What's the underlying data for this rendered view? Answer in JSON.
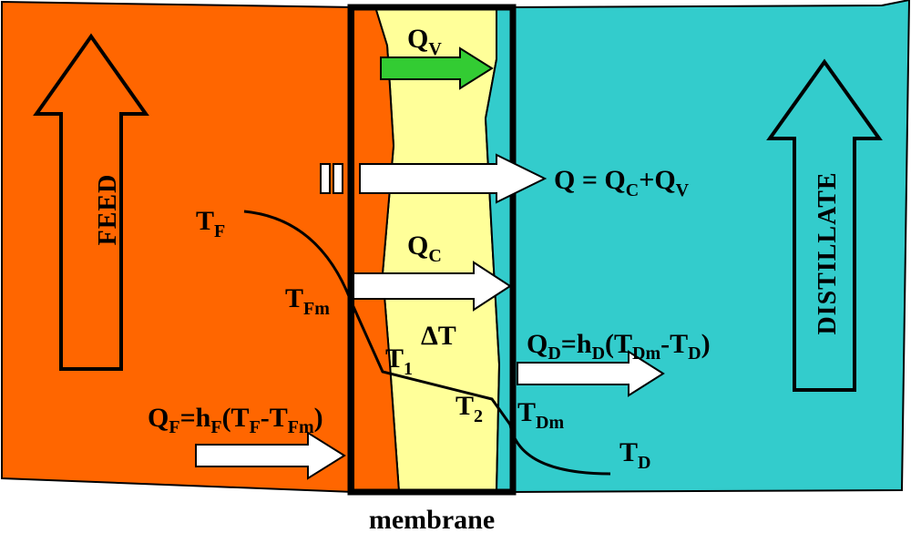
{
  "colors": {
    "feed": "#ff6600",
    "distillate": "#33cccc",
    "membrane": "#ffff99",
    "vapor_arrow": "#33cc33",
    "arrow_fill": "#ffffff",
    "outline": "#000000"
  },
  "labels": {
    "feed": "FEED",
    "distillate": "DISTILLATE",
    "membrane": "membrane",
    "delta_t": "ΔT",
    "qv": {
      "main": "Q",
      "sub": "V"
    },
    "qc": {
      "main": "Q",
      "sub": "C"
    },
    "q_total": {
      "lhs": "Q = Q",
      "sub1": "C",
      "plus": "+Q",
      "sub2": "V"
    },
    "tf": {
      "main": "T",
      "sub": "F"
    },
    "tfm": {
      "main": "T",
      "sub": "Fm"
    },
    "t1": {
      "main": "T",
      "sub": "1"
    },
    "t2": {
      "main": "T",
      "sub": "2"
    },
    "tdm": {
      "main": "T",
      "sub": "Dm"
    },
    "td": {
      "main": "T",
      "sub": "D"
    },
    "qf_eq": {
      "q": "Q",
      "q_sub": "F",
      "eq": "=h",
      "h_sub": "F",
      "paren": "(T",
      "t1_sub": "F",
      "minus": "-T",
      "t2_sub": "Fm",
      "close": ")"
    },
    "qd_eq": {
      "q": "Q",
      "q_sub": "D",
      "eq": "=h",
      "h_sub": "D",
      "paren": "(T",
      "t1_sub": "Dm",
      "minus": "-T",
      "t2_sub": "D",
      "close": ")"
    }
  }
}
